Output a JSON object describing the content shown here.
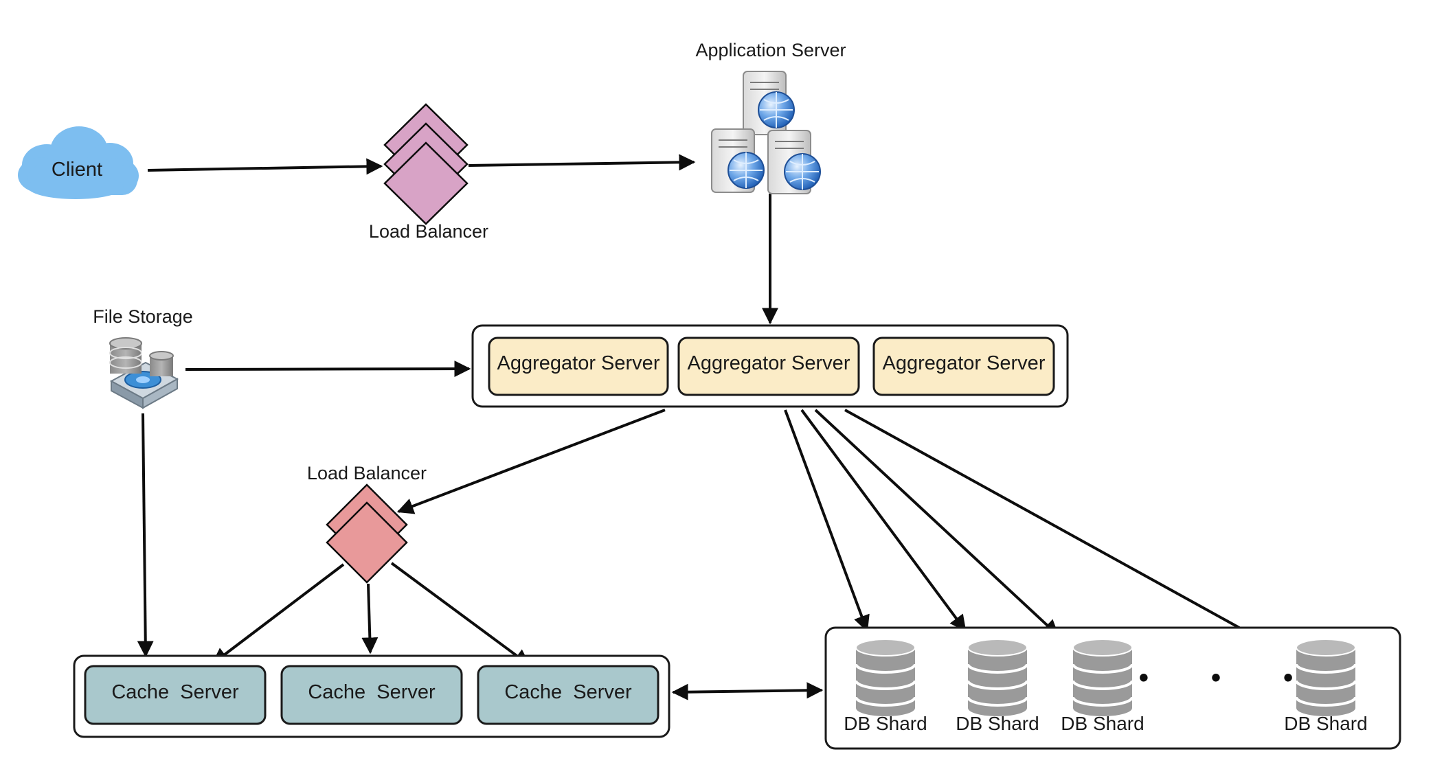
{
  "nodes": {
    "client": "Client",
    "load_balancer_top": "Load Balancer",
    "application_server": "Application Server",
    "file_storage": "File Storage",
    "aggregator_servers": [
      "Aggregator Server",
      "Aggregator Server",
      "Aggregator Server"
    ],
    "load_balancer_mid": "Load Balancer",
    "cache_servers": [
      "Cache  Server",
      "Cache  Server",
      "Cache  Server"
    ],
    "db_shards": [
      "DB Shard",
      "DB Shard",
      "DB Shard",
      "DB Shard"
    ],
    "ellipsis": "• • •"
  },
  "colors": {
    "cloud": "#7dbef0",
    "lb_top": "#d8a3c6",
    "lb_mid": "#e8999a",
    "aggregator_fill": "#fbecc7",
    "cache_fill": "#a9c8cc",
    "db": "#9a9a9a",
    "stroke": "#0d0d0d"
  },
  "edges": [
    {
      "from": "client",
      "to": "load_balancer_top"
    },
    {
      "from": "load_balancer_top",
      "to": "application_server"
    },
    {
      "from": "application_server",
      "to": "aggregator_servers"
    },
    {
      "from": "file_storage",
      "to": "aggregator_servers"
    },
    {
      "from": "file_storage",
      "to": "cache_servers"
    },
    {
      "from": "aggregator_servers",
      "to": "load_balancer_mid"
    },
    {
      "from": "load_balancer_mid",
      "to": "cache_servers.0"
    },
    {
      "from": "load_balancer_mid",
      "to": "cache_servers.1"
    },
    {
      "from": "load_balancer_mid",
      "to": "cache_servers.2"
    },
    {
      "from": "aggregator_servers",
      "to": "db_shards.0"
    },
    {
      "from": "aggregator_servers",
      "to": "db_shards.1"
    },
    {
      "from": "aggregator_servers",
      "to": "db_shards.2"
    },
    {
      "from": "aggregator_servers",
      "to": "db_shards.3"
    },
    {
      "from": "cache_servers",
      "to": "db_shards",
      "bidirectional": true
    }
  ]
}
